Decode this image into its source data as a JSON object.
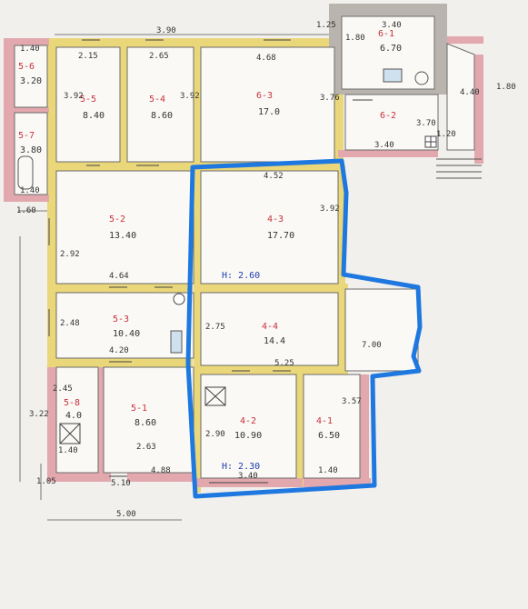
{
  "rooms": {
    "r5_1": {
      "code": "5-1",
      "area": "8.60"
    },
    "r5_2": {
      "code": "5-2",
      "area": "13.40"
    },
    "r5_3": {
      "code": "5-3",
      "area": "10.40"
    },
    "r5_4": {
      "code": "5-4",
      "area": "8.60"
    },
    "r5_5": {
      "code": "5-5",
      "area": "8.40"
    },
    "r5_6": {
      "code": "5-6",
      "area": "3.20"
    },
    "r5_7": {
      "code": "5-7",
      "area": "3.80"
    },
    "r5_8": {
      "code": "5-8",
      "area": "4.0"
    },
    "r6_1": {
      "code": "6-1",
      "area": "6.70"
    },
    "r6_2": {
      "code": "6-2"
    },
    "r6_3": {
      "code": "6-3",
      "area": "17.0"
    },
    "r4_1": {
      "code": "4-1",
      "area": "6.50"
    },
    "r4_2": {
      "code": "4-2",
      "area": "10.90"
    },
    "r4_3": {
      "code": "4-3",
      "area": "17.70"
    },
    "r4_4": {
      "code": "4-4",
      "area": "14.4"
    }
  },
  "heights": {
    "upper": "H: 2.60",
    "lower": "H: 2.30"
  },
  "dims": {
    "top_390": "3.90",
    "top_215": "2.15",
    "top_265": "2.65",
    "top_468": "4.68",
    "top_125": "1.25",
    "top_340": "3.40",
    "left_140": "1.40",
    "left_160": "1.60",
    "left_1_40": "1.40",
    "v_392": "3.92",
    "v_392b": "3.92",
    "v_376": "3.76",
    "v_392c": "3.92",
    "v_370": "3.70",
    "v_180": "1.80",
    "v_292": "2.92",
    "v_248": "2.48",
    "v_275": "2.75",
    "v_322": "3.22",
    "v_245": "2.45",
    "v_290": "2.90",
    "v_357": "3.57",
    "v_700": "7.00",
    "v_105": "1.05",
    "d_452": "4.52",
    "d_464": "4.64",
    "d_420": "4.20",
    "d_525": "5.25",
    "d_340b": "3.40",
    "d_120": "1.20",
    "d_440": "4.40",
    "d_263": "2.63",
    "d_488": "4.88",
    "d_510": "5.10",
    "d_500": "5.00",
    "d_140s": "1.40",
    "d_140c": "1.40",
    "d_340c": "3.40",
    "d_180c": "1.80"
  }
}
